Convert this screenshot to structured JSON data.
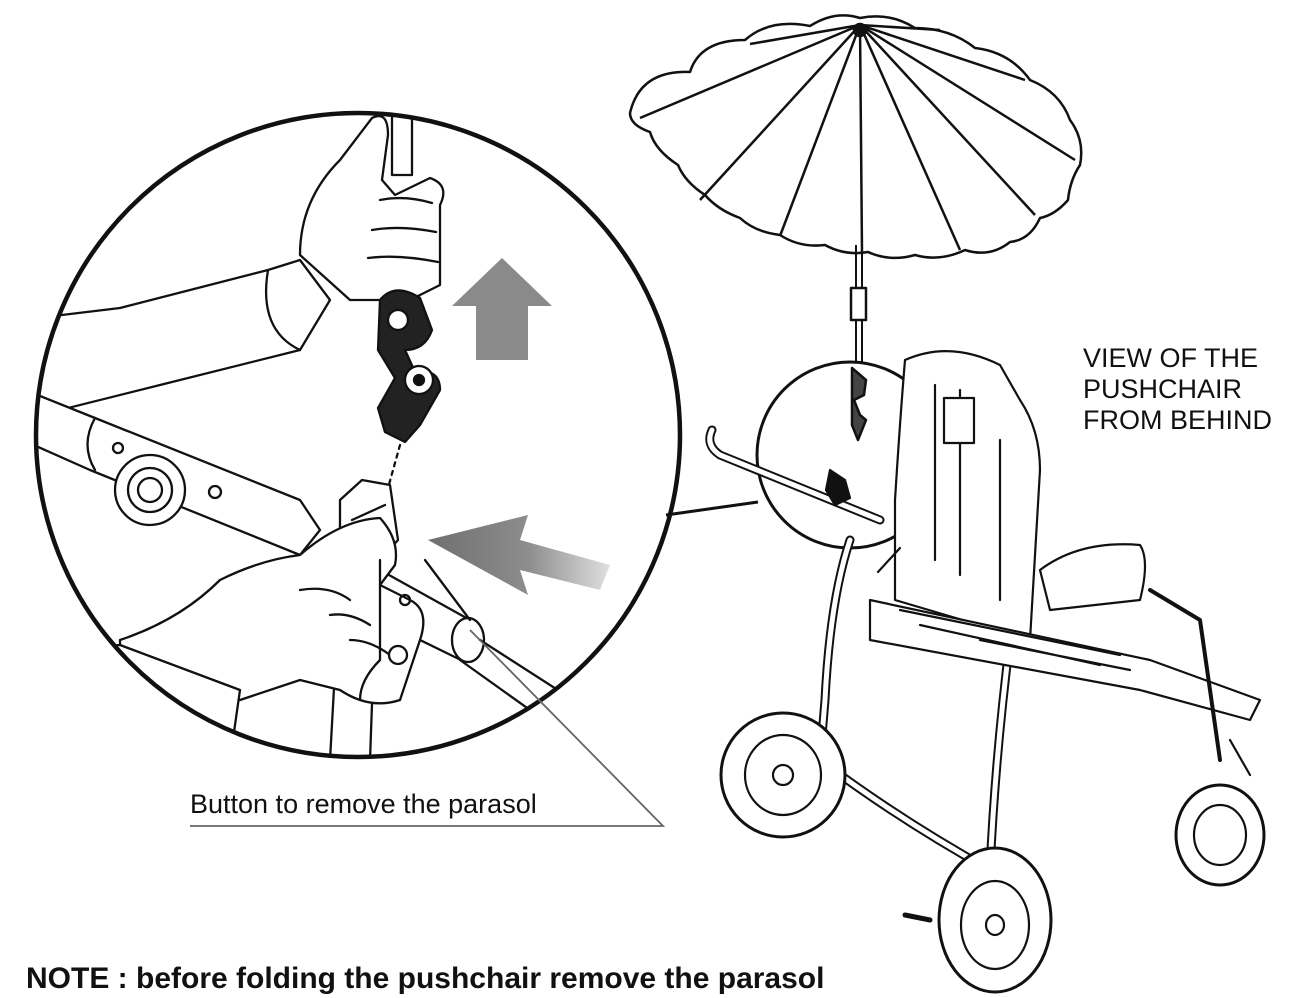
{
  "labels": {
    "view": "VIEW OF THE\nPUSHCHAIR\nFROM BEHIND",
    "button": "Button to remove the parasol",
    "note": "NOTE : before folding the pushchair remove the parasol"
  },
  "colors": {
    "line": "#111111",
    "arrow_up": "#8a8a8a",
    "arrow_left": "#6f6f6f"
  }
}
